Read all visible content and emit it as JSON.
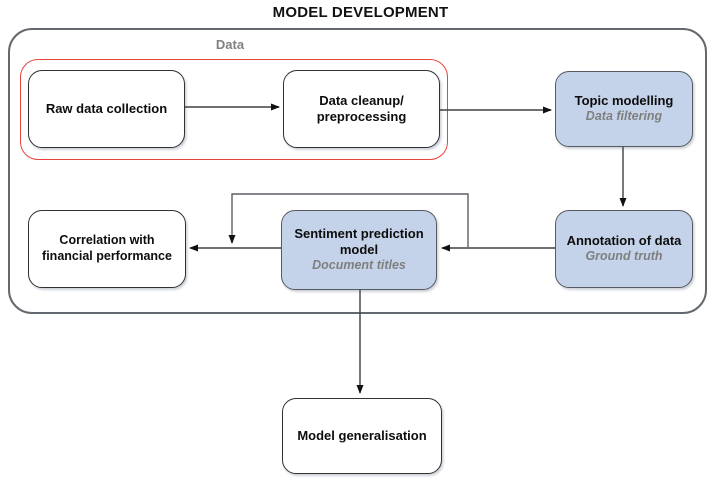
{
  "title": "MODEL DEVELOPMENT",
  "group": {
    "label": "Data"
  },
  "nodes": {
    "raw": {
      "label": "Raw data collection"
    },
    "cleanup": {
      "label": "Data cleanup/ preprocessing"
    },
    "topic": {
      "label": "Topic modelling",
      "sublabel": "Data filtering"
    },
    "annotation": {
      "label": "Annotation of data",
      "sublabel": "Ground truth"
    },
    "sentiment": {
      "label": "Sentiment prediction model",
      "sublabel": "Document titles"
    },
    "correlation": {
      "label": "Correlation with financial performance"
    },
    "generalisation": {
      "label": "Model generalisation"
    }
  },
  "colors": {
    "node_fill_blue": "#c5d3ea",
    "node_fill_white": "#ffffff",
    "node_border_dark": "#2f3133",
    "group_border_red": "#e8443e",
    "container_border_gray": "#64696f",
    "subtext_gray": "#7f7f7f",
    "arrow": "#404040"
  }
}
